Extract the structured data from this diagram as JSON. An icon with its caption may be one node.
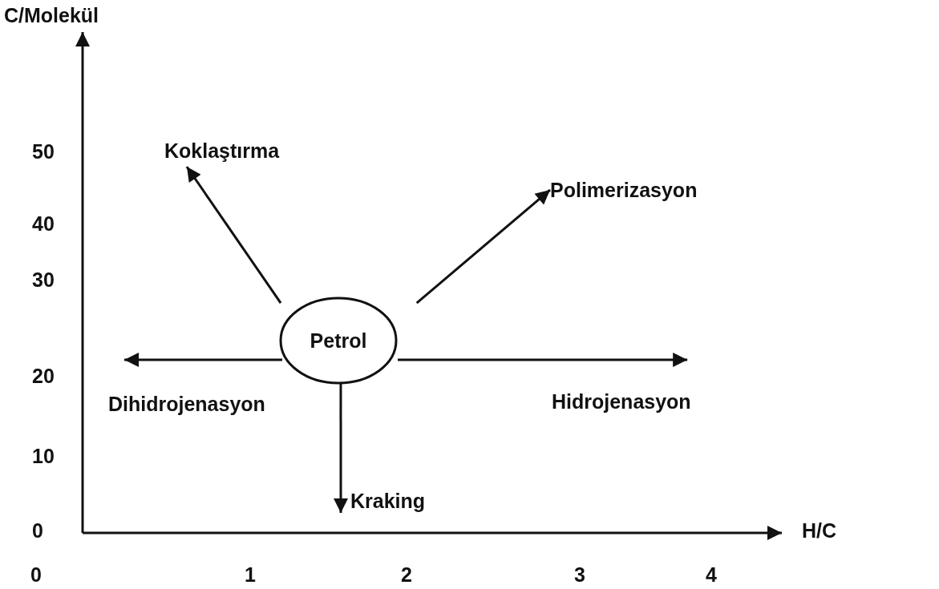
{
  "diagram": {
    "nodes": [
      {
        "text": [
          "Petrol"
        ]
      },
      {
        "text": [
          "Koklaştırma"
        ]
      },
      {
        "text": [
          "Polimerizasyon"
        ]
      },
      {
        "text": [
          "Dihidrojenasyon"
        ]
      },
      {
        "text": [
          "Hidrojenasyon"
        ]
      },
      {
        "text": [
          "Kraking"
        ]
      }
    ],
    "edges": [
      {
        "from": 0,
        "to": 1,
        "arrow": "to"
      },
      {
        "from": 0,
        "to": 2,
        "arrow": "to"
      },
      {
        "from": 0,
        "to": 3,
        "arrow": "to"
      },
      {
        "from": 0,
        "to": 4,
        "arrow": "to"
      },
      {
        "from": 0,
        "to": 5,
        "arrow": "to"
      }
    ],
    "labels": [
      "C/Molekül",
      "50",
      "40",
      "30",
      "20",
      "10",
      "0",
      "H/C",
      "0",
      "1",
      "2",
      "3",
      "4"
    ]
  }
}
